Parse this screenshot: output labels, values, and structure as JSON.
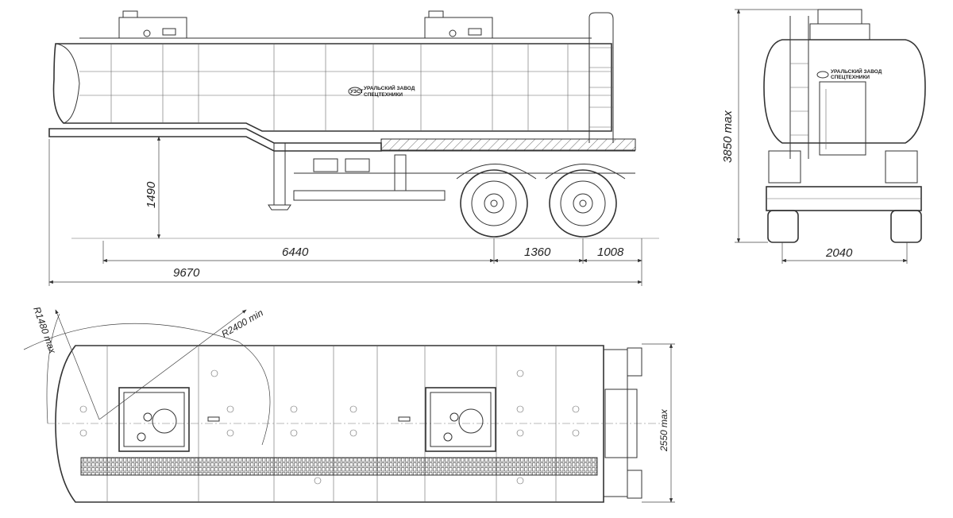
{
  "logo": {
    "mark": "УЗСТ",
    "line1": "УРАЛЬСКИЙ ЗАВОД",
    "line2": "СПЕЦТЕХНИКИ"
  },
  "dimensions": {
    "kingpin_height": "1490",
    "kingpin_to_axle": "6440",
    "axle_spacing": "1360",
    "rear_overhang": "1008",
    "overall_length": "9670",
    "overall_height": "3850 max",
    "overall_width_rear": "2040",
    "overall_width_top": "2550 max",
    "front_swing_radius": "R1480 max",
    "turning_radius": "R2400 min"
  }
}
